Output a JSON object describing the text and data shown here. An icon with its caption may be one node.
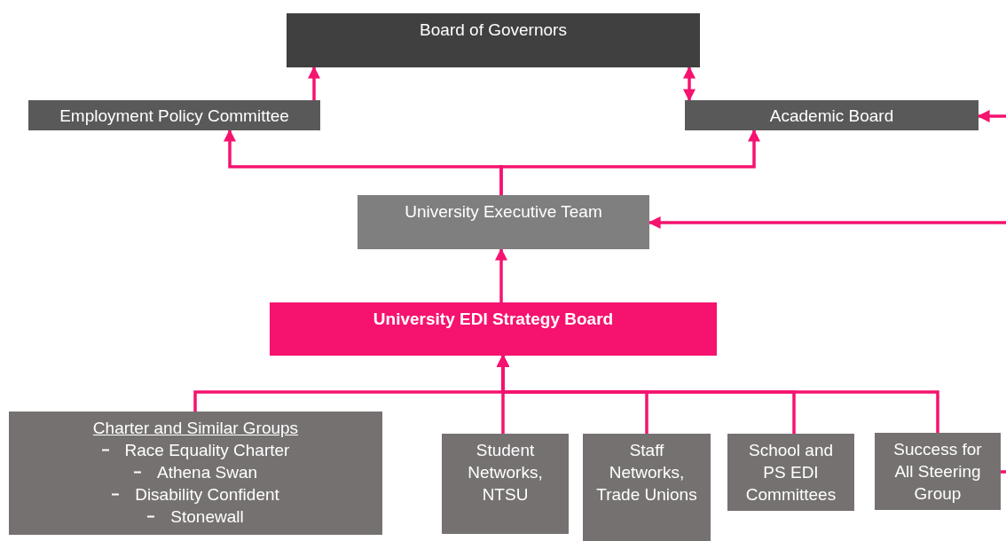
{
  "diagram": {
    "nodes": [
      {
        "text": [
          "Board of Governors"
        ]
      },
      {
        "text": [
          "Employment Policy Committee"
        ]
      },
      {
        "text": [
          "Academic Board"
        ]
      },
      {
        "text": [
          "University Executive Team"
        ]
      },
      {
        "text": [
          "University EDI Strategy Board"
        ]
      },
      {
        "text": [
          "Charter and Similar Groups",
          "Race Equality Charter",
          "Athena Swan",
          "Disability Confident",
          "Stonewall"
        ]
      },
      {
        "text": [
          "Student Networks, NTSU"
        ]
      },
      {
        "text": [
          "Staff Networks, Trade Unions"
        ]
      },
      {
        "text": [
          "School and PS EDI Committees"
        ]
      },
      {
        "text": [
          "Success for All Steering Group"
        ]
      }
    ],
    "edges": [
      {
        "from": 1,
        "to": 0,
        "arrow": "to"
      },
      {
        "from": 0,
        "to": 2,
        "arrow": "both"
      },
      {
        "from": 3,
        "to": 1,
        "arrow": "to"
      },
      {
        "from": 3,
        "to": 2,
        "arrow": "to"
      },
      {
        "from": 4,
        "to": 3,
        "arrow": "to"
      },
      {
        "from": 5,
        "to": 4,
        "arrow": "to"
      },
      {
        "from": 6,
        "to": 4,
        "arrow": "to"
      },
      {
        "from": 7,
        "to": 4,
        "arrow": "to"
      },
      {
        "from": 8,
        "to": 4,
        "arrow": "to"
      },
      {
        "from": 9,
        "to": 4,
        "arrow": "to"
      },
      {
        "from": null,
        "to": 2,
        "arrow": "to"
      },
      {
        "from": null,
        "to": 3,
        "arrow": "to"
      },
      {
        "from": 9,
        "to": null,
        "arrow": "none"
      }
    ]
  }
}
